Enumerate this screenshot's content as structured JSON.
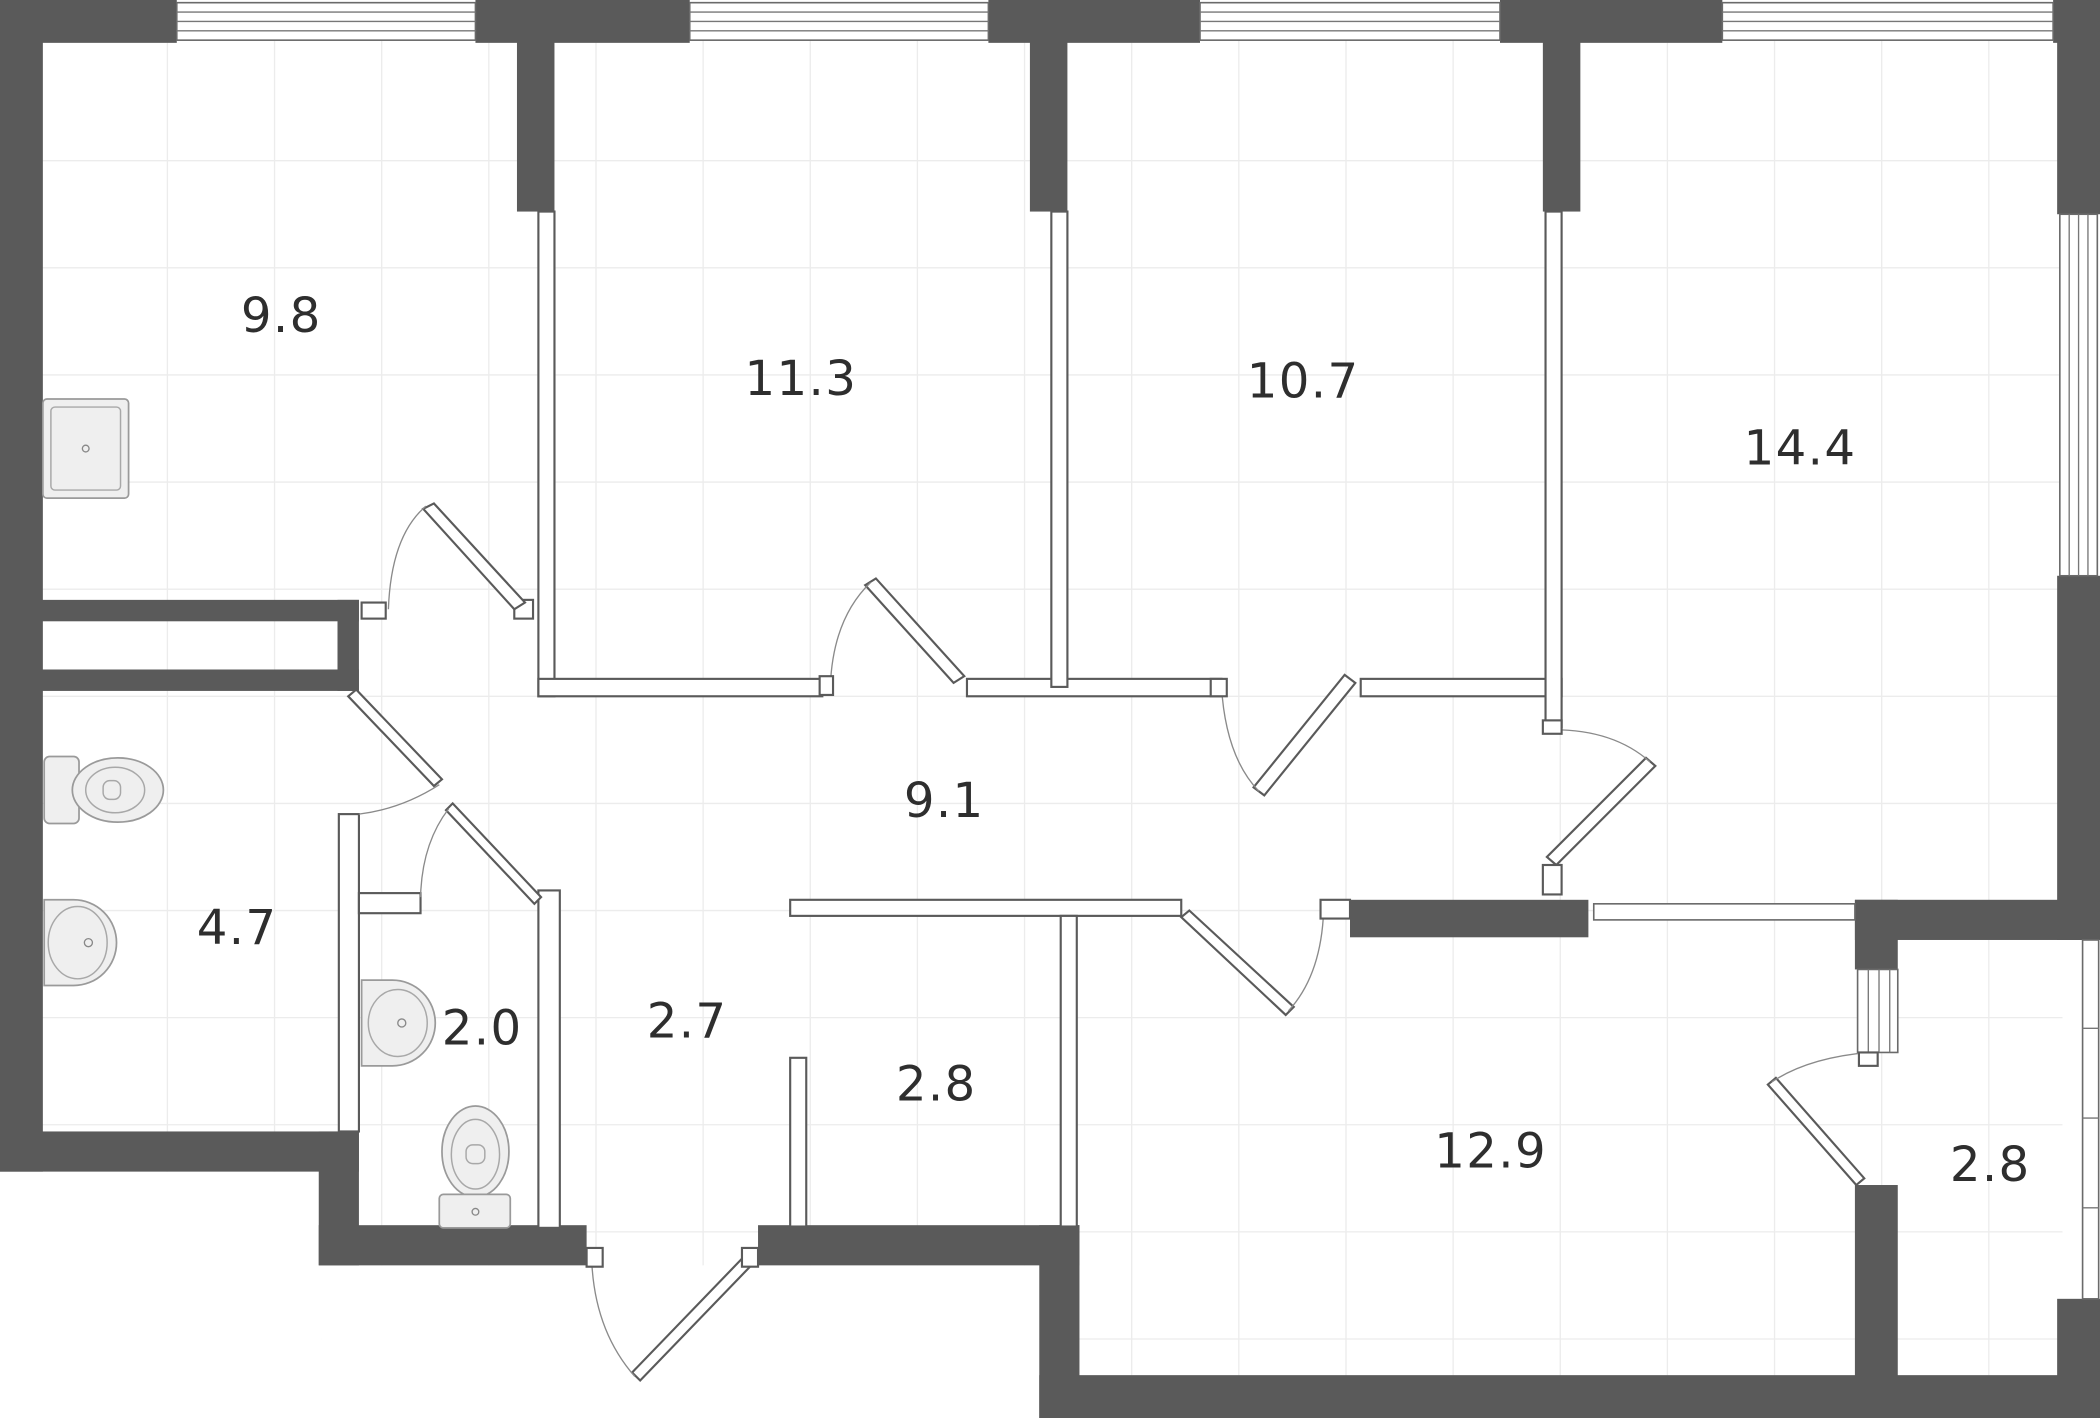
{
  "plan": {
    "type": "apartment-floor-plan",
    "wall_color": "#5a5a5a",
    "rooms": [
      {
        "id": "kitchen",
        "area": "9.8"
      },
      {
        "id": "bedroom-1",
        "area": "11.3"
      },
      {
        "id": "bedroom-2",
        "area": "10.7"
      },
      {
        "id": "living-room",
        "area": "14.4"
      },
      {
        "id": "hallway",
        "area": "9.1"
      },
      {
        "id": "bathroom",
        "area": "4.7"
      },
      {
        "id": "toilet",
        "area": "2.0"
      },
      {
        "id": "entrance",
        "area": "2.7"
      },
      {
        "id": "storage",
        "area": "2.8"
      },
      {
        "id": "bedroom-3",
        "area": "12.9"
      },
      {
        "id": "balcony",
        "area": "2.8"
      }
    ]
  }
}
